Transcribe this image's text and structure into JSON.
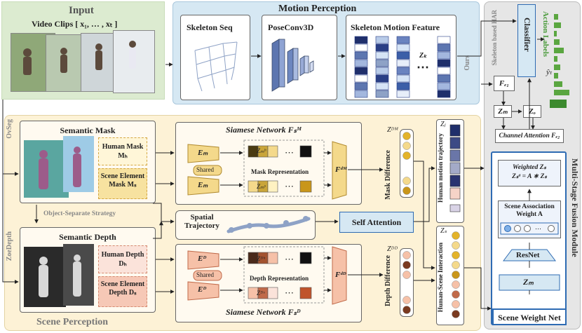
{
  "input": {
    "title": "Input",
    "clips": "Video Clips [ x₁, … , xₜ ]"
  },
  "motion": {
    "title": "Motion Perception",
    "skeleton_seq": "Skeleton Seq",
    "poseconv": "PoseConv3D",
    "skel_feature": "Skeleton Motion Feature",
    "zk": "Zₖ",
    "ours": "Ours"
  },
  "har": {
    "label": "Skeleton based HAR",
    "classifier": "Classifier",
    "action_labels": "Action Labels",
    "y_hat": "ŷₜ"
  },
  "fusion": {
    "title": "Multi-Stage Fusion Module",
    "fc1": "Fₑ₁",
    "zm": "Zₘ",
    "zf": "Zₒ",
    "channel_attention": "Channel Attention  Fₑ₂",
    "weighted_zs": "Weighted  Zₛ",
    "zs_eq": "Zₛᵃ = A ∗ Zₛ",
    "scene_assoc": "Scene Association Weight  A",
    "resnet": "ResNet",
    "zm_in": "Zₘ",
    "scene_weight_net": "Scene Weight Net"
  },
  "scene": {
    "title": "Scene Perception",
    "ovseg": "OvSeg",
    "zoedepth": "ZoeDepth",
    "semantic_mask": "Semantic Mask",
    "human_mask": "Human Mask Mₕ",
    "scene_mask": "Scene Element Mask Mₛ",
    "strategy": "Object-Separate Strategy",
    "semantic_depth": "Semantic Depth",
    "human_depth": "Human Depth Dₕ",
    "scene_depth": "Scene Element Depth Dₛ",
    "siamese_m": "Siamese Network Fₛᴹ",
    "siamese_d": "Siamese Network Fₛᴰ",
    "em": "Eₘ",
    "ed": "Eᴰ",
    "shared": "Shared",
    "mask_rep": "Mask Representation",
    "depth_rep": "Depth Representation",
    "zmh": "Zₘʰ",
    "zms": "Zₘˢ",
    "zdh": "Zᴰʰ",
    "zds": "Zᴰˢ",
    "fdm": "Fᵈᴹ",
    "fdd": "Fᵈᴰ",
    "zdm": "Zᴰᴹ",
    "zdd": "Zᴰᴰ",
    "mask_diff": "Mask Difference",
    "depth_diff": "Depth Difference",
    "spatial": "Spatial Trajectory",
    "self_attention": "Self Attention",
    "zj": "Zⱼ",
    "human_traj": "Human motion trajectory",
    "zs": "Zₛ",
    "hsi": "Human-Scene Interaction",
    "dots": "⋯"
  },
  "colors": {
    "motion_bg": "#d6e8f3",
    "scene_bg": "#fdf2d6",
    "fusion_bg": "#e6e6e6",
    "input_bg": "#dcebd0",
    "mask_yellow": "#f4d98b",
    "depth_pink": "#f6d3c7",
    "accent_blue": "#2e6bb3",
    "green_bars": "#5aa640"
  }
}
